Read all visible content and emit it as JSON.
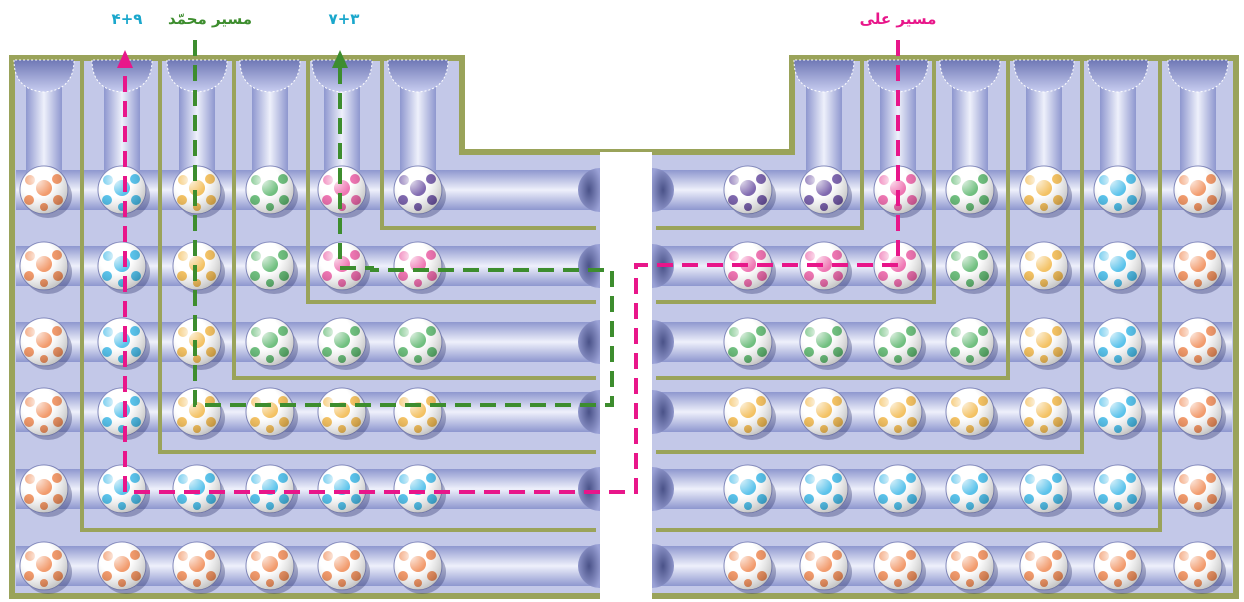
{
  "labels": {
    "sum_left": "۴+۹",
    "path_mohammad": "مسیر محمّد",
    "sum_mid": "۷+۳",
    "path_ali": "مسیر علی"
  },
  "colors": {
    "frame": "#9aa35a",
    "board": "#c3c8e8",
    "tube": "#a9b0dc",
    "tube_highlight": "#eef0fb",
    "center_gap": "#ffffff",
    "path_magenta": "#e8168a",
    "path_green": "#3d8d2e",
    "label_cyan": "#1aa7cc",
    "label_green": "#3d8d2e",
    "label_magenta": "#e8168a"
  },
  "ball_colors": {
    "orange": "#f08a54",
    "cyan": "#3fb9e8",
    "yellow": "#f2b84a",
    "green": "#58b56a",
    "pink": "#ec5fa6",
    "purple": "#6a4fa2"
  },
  "ball_rows": [
    {
      "left": [
        "orange",
        "cyan",
        "yellow",
        "green",
        "pink",
        "purple"
      ],
      "right": [
        "purple",
        "purple",
        "pink",
        "green",
        "yellow",
        "cyan",
        "orange"
      ]
    },
    {
      "left": [
        "orange",
        "cyan",
        "yellow",
        "green",
        "pink",
        "pink"
      ],
      "right": [
        "pink",
        "pink",
        "pink",
        "green",
        "yellow",
        "cyan",
        "orange"
      ]
    },
    {
      "left": [
        "orange",
        "cyan",
        "yellow",
        "green",
        "green",
        "green"
      ],
      "right": [
        "green",
        "green",
        "green",
        "green",
        "yellow",
        "cyan",
        "orange"
      ]
    },
    {
      "left": [
        "orange",
        "cyan",
        "yellow",
        "yellow",
        "yellow",
        "yellow"
      ],
      "right": [
        "yellow",
        "yellow",
        "yellow",
        "yellow",
        "yellow",
        "cyan",
        "orange"
      ]
    },
    {
      "left": [
        "orange",
        "cyan",
        "cyan",
        "cyan",
        "cyan",
        "cyan"
      ],
      "right": [
        "cyan",
        "cyan",
        "cyan",
        "cyan",
        "cyan",
        "cyan",
        "orange"
      ]
    },
    {
      "left": [
        "orange",
        "orange",
        "orange",
        "orange",
        "orange",
        "orange"
      ],
      "right": [
        "orange",
        "orange",
        "orange",
        "orange",
        "orange",
        "orange",
        "orange"
      ]
    }
  ]
}
